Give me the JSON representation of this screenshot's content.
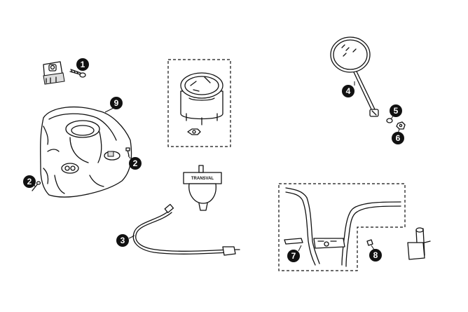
{
  "diagram": {
    "callouts": [
      {
        "id": "c1",
        "label": "1"
      },
      {
        "id": "c2a",
        "label": "2"
      },
      {
        "id": "c2b",
        "label": "2"
      },
      {
        "id": "c3",
        "label": "3"
      },
      {
        "id": "c4",
        "label": "4"
      },
      {
        "id": "c5",
        "label": "5"
      },
      {
        "id": "c6",
        "label": "6"
      },
      {
        "id": "c7",
        "label": "7"
      },
      {
        "id": "c8",
        "label": "8"
      },
      {
        "id": "c9",
        "label": "9"
      }
    ],
    "gauge_brand": "TRANSVAL"
  }
}
